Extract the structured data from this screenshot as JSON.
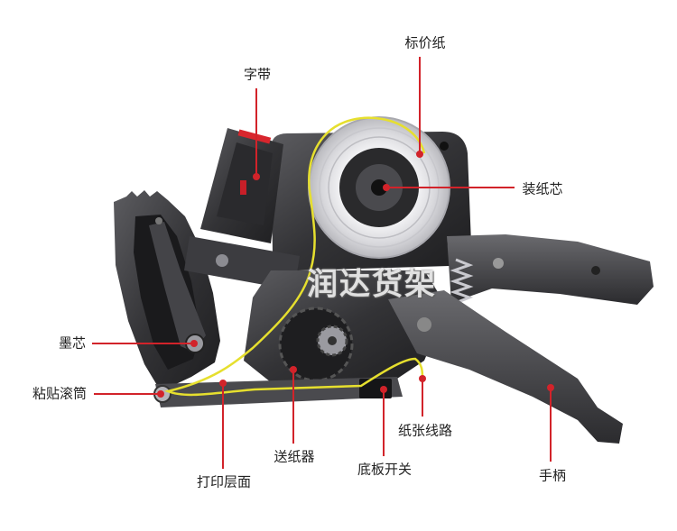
{
  "callouts": {
    "label_paper": "标价纸",
    "character_band": "字带",
    "paper_core": "装纸芯",
    "ink_core": "墨芯",
    "adhesive_roller": "粘贴滚筒",
    "paper_path": "纸张线路",
    "paper_feeder": "送纸器",
    "base_plate_switch": "底板开关",
    "handle": "手柄",
    "print_surface": "打印层面"
  },
  "watermark": "润达货架",
  "colors": {
    "leader": "#d2232a",
    "paper_path": "#e6df2e",
    "body": "#333336"
  }
}
